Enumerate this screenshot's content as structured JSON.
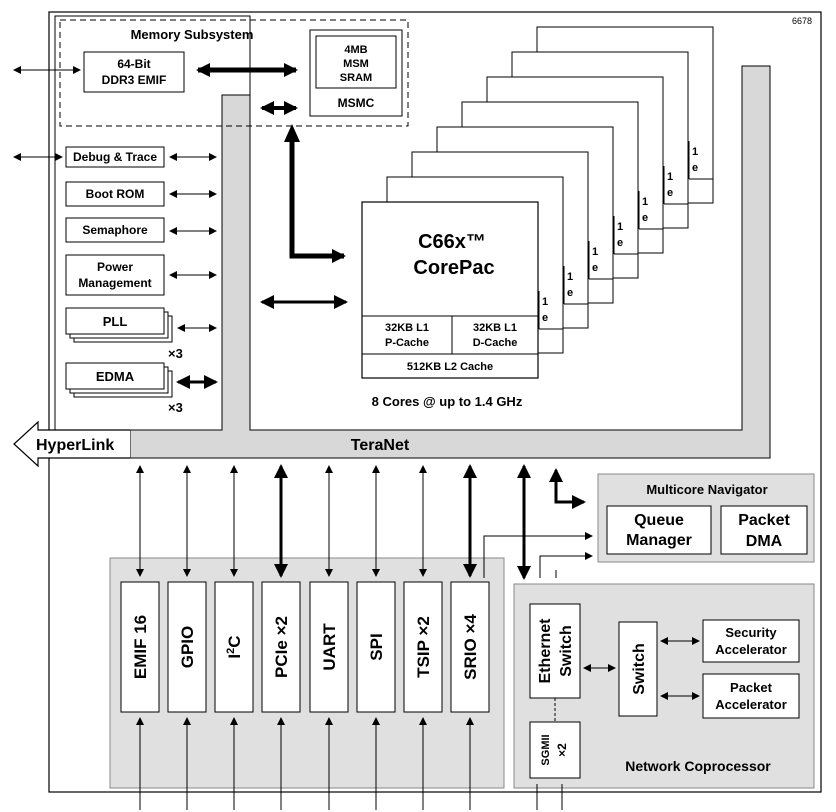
{
  "figure_id": "6678",
  "memory": {
    "title": "Memory Subsystem",
    "ddr": [
      "64-Bit",
      "DDR3 EMIF"
    ],
    "msm": [
      "4MB",
      "MSM",
      "SRAM"
    ],
    "msmc": "MSMC"
  },
  "left_blocks": {
    "debug": "Debug & Trace",
    "boot": "Boot ROM",
    "semaphore": "Semaphore",
    "power": [
      "Power",
      "Management"
    ],
    "pll": "PLL",
    "pll_mult": "×3",
    "edma": "EDMA",
    "edma_mult": "×3"
  },
  "core": {
    "title": "C66x™",
    "subtitle": "CorePac",
    "l1p": [
      "32KB L1",
      "P-Cache"
    ],
    "l1d": [
      "32KB L1",
      "D-Cache"
    ],
    "l2": "512KB L2 Cache",
    "stack_labels": [
      "1",
      "e"
    ],
    "caption": "8 Cores @ up to 1.4 GHz"
  },
  "bus": {
    "hyperlink": "HyperLink",
    "teranet": "TeraNet"
  },
  "navigator": {
    "title": "Multicore Navigator",
    "queue": [
      "Queue",
      "Manager"
    ],
    "dma": [
      "Packet",
      "DMA"
    ]
  },
  "peripherals": {
    "emif": "EMIF 16",
    "gpio": "GPIO",
    "i2c_base": "I",
    "i2c_sup": "2",
    "i2c_end": "C",
    "pcie": "PCIe ×2",
    "uart": "UART",
    "spi": "SPI",
    "tsip": "TSIP ×2",
    "srio": "SRIO ×4"
  },
  "network": {
    "title": "Network Coprocessor",
    "eth": [
      "Ethernet",
      "Switch"
    ],
    "switch": "Switch",
    "security": [
      "Security",
      "Accelerator"
    ],
    "packet": [
      "Packet",
      "Accelerator"
    ],
    "sgmii": [
      "SGMII",
      "×2"
    ]
  }
}
